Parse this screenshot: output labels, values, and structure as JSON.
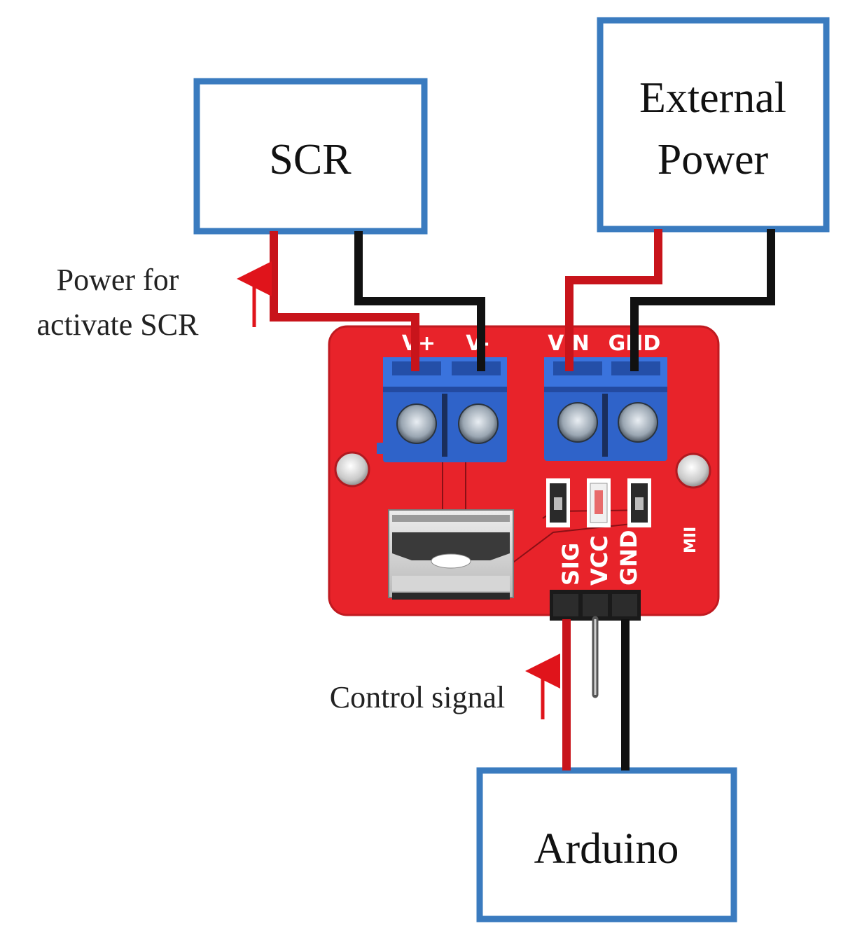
{
  "boxes": {
    "scr": {
      "label": "SCR"
    },
    "external_power": {
      "line1": "External",
      "line2": "Power"
    },
    "arduino": {
      "label": "Arduino"
    }
  },
  "captions": {
    "power_line1": "Power for",
    "power_line2": "activate SCR",
    "control": "Control signal"
  },
  "board": {
    "terminal_left": [
      "V+",
      "V-"
    ],
    "terminal_right": [
      "VIN",
      "GND"
    ],
    "header_pins": [
      "SIG",
      "VCC",
      "GND"
    ],
    "mark": "MII"
  },
  "colors": {
    "box_border": "#3a7bbf",
    "board": "#e8232a",
    "terminal": "#2f63c9",
    "wire_red": "#c8141b",
    "wire_black": "#111111",
    "arrow": "#e0141b"
  }
}
